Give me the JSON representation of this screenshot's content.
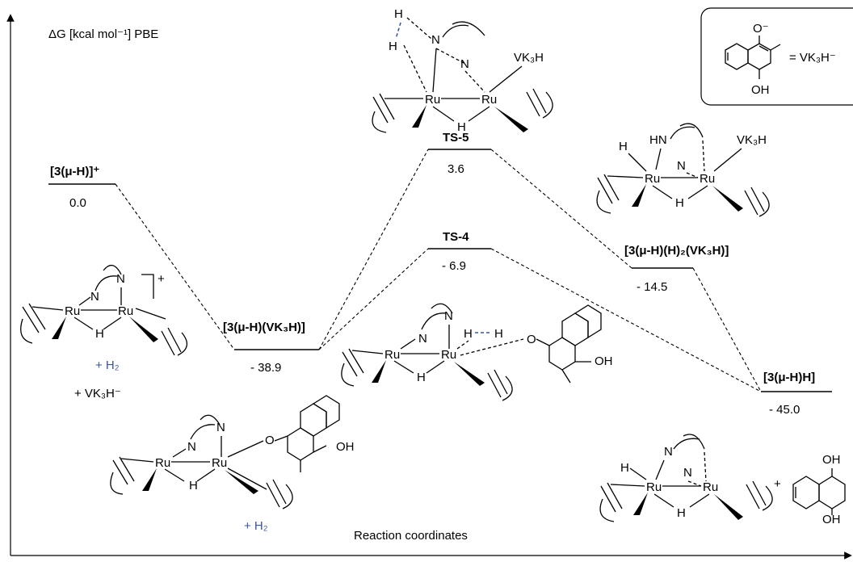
{
  "axis": {
    "y_label": "ΔG [kcal mol⁻¹] PBE",
    "x_label": "Reaction coordinates"
  },
  "legend": {
    "equals_label": "= VK₃H⁻",
    "o_minus": "O⁻",
    "oh": "OH"
  },
  "states": [
    {
      "key": "start",
      "label": "[3(μ-H)]⁺",
      "value": "0.0"
    },
    {
      "key": "int1",
      "label": "[3(μ-H)(VK₃H)]",
      "value": "- 38.9"
    },
    {
      "key": "ts4",
      "label": "TS-4",
      "value": "- 6.9"
    },
    {
      "key": "ts5",
      "label": "TS-5",
      "value": "3.6"
    },
    {
      "key": "int2",
      "label": "[3(μ-H)(H)₂(VK₃H)]",
      "value": "- 14.5"
    },
    {
      "key": "prod",
      "label": "[3(μ-H)H]",
      "value": "- 45.0"
    }
  ],
  "reagents": {
    "h2_start": "+ H₂",
    "vk3h_start": "+ VK₃H⁻",
    "h2_int1": "+ H₂",
    "plus_prod": "+"
  },
  "atoms": {
    "ru": "Ru",
    "n": "N",
    "hn": "HN",
    "h": "H",
    "o": "O",
    "oh": "OH",
    "vk3h": "VK₃H",
    "charge_plus": "+"
  }
}
